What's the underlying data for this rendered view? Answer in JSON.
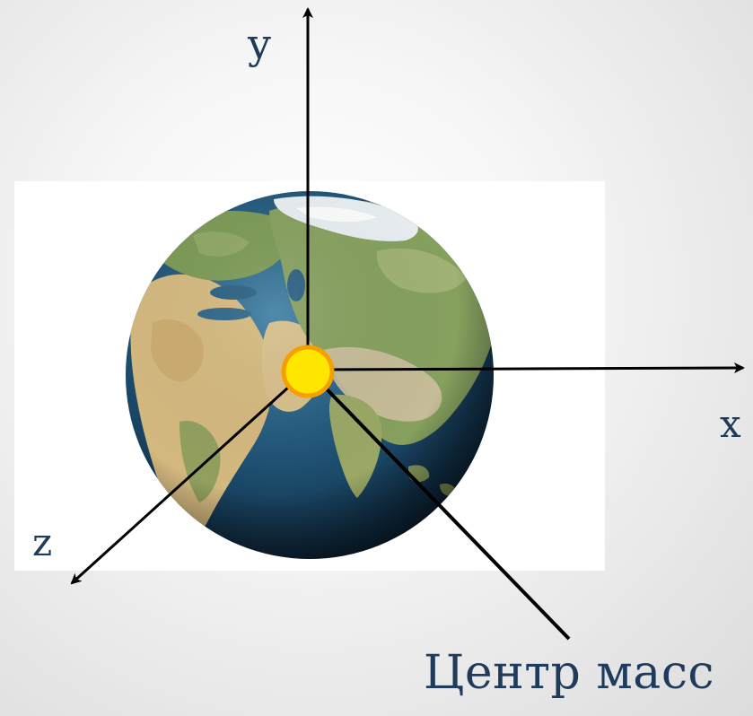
{
  "labels": {
    "y_axis": "y",
    "x_axis": "x",
    "z_axis": "z",
    "center_of_mass": "Центр масс"
  },
  "colors": {
    "label": "#1f3b5c",
    "arrow": "#000000",
    "center_dot_fill": "#ffe600",
    "center_dot_stroke": "#f5a000",
    "ocean": "#1d4d6e",
    "land_green": "#6f8f4a",
    "land_desert": "#d9c088",
    "ice": "#e8eef2"
  },
  "icons": {
    "globe": "earth-globe",
    "center": "center-of-mass-dot"
  }
}
